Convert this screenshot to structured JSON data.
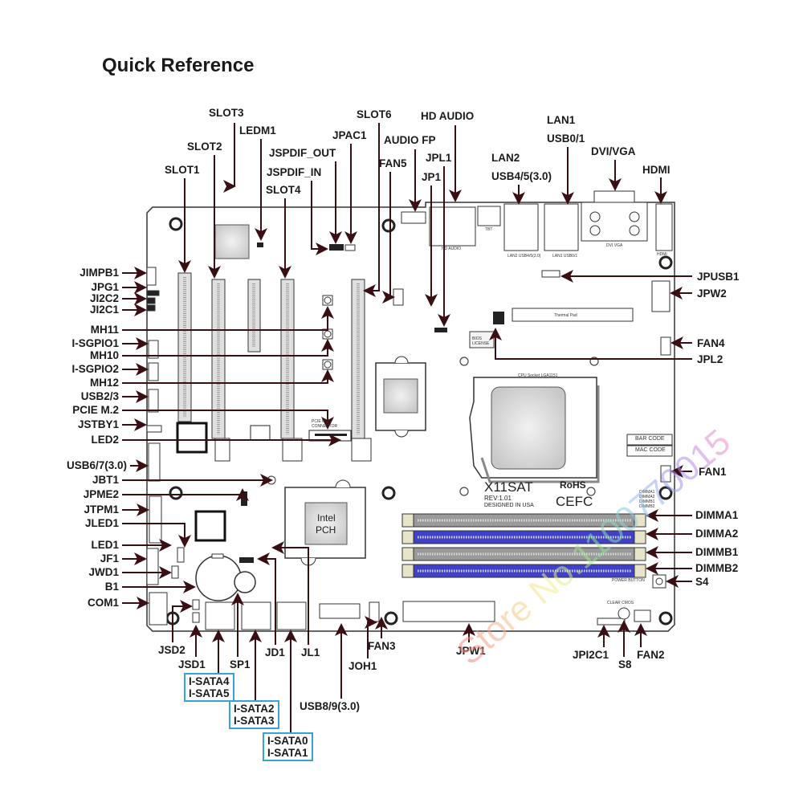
{
  "title": "Quick Reference",
  "board": {
    "model": "X11SAT",
    "revision": "REV:1.01",
    "designed": "DESIGNED IN USA",
    "rohs": "RoHS",
    "cert": "CEFC",
    "pch_line1": "Intel",
    "pch_line2": "PCH",
    "cpu_socket": "CPU Socket LGA1151",
    "thermal_pad": "Thermal Pad",
    "bios_license": "BIOS LICENSE",
    "bar_code": "BAR CODE",
    "mac_code": "MAC CODE",
    "power_button": "POWER BUTTON",
    "clear_cmos": "CLEAR CMOS",
    "pcie_m2_connector": "PCIE M.2 CONNECTOR",
    "hd_audio_small": "HD AUDIO",
    "tbt": "TBT",
    "lan2_small": "LAN2 USB4/5(3.0)",
    "lan1_small": "LAN1 USB0/1",
    "dvi_small": "DVI VGA",
    "hdmi_small": "HDMI",
    "slot_texts": [
      "SLOT1 PCI 33MHZ",
      "CPU SLOT2 PCI-E 3.0 X8",
      "PCH SLOT3 PCI-E 3.0 X1 (IN X4)",
      "CPU SLOT4 PCI-E 3.0 X8 (IN X16)",
      "SLOT6 PCI-E 3.0 X16"
    ],
    "dimm_small": [
      "DIMMA1",
      "DIMMA2",
      "DIMMB1",
      "DIMMB2"
    ]
  },
  "labels": {
    "top": [
      "SLOT1",
      "SLOT2",
      "SLOT3",
      "LEDM1",
      "JSPDIF_OUT",
      "JSPDIF_IN",
      "SLOT4",
      "JPAC1",
      "SLOT6",
      "FAN5",
      "AUDIO FP",
      "JP1",
      "JPL1",
      "HD AUDIO",
      "LAN2",
      "USB4/5(3.0)",
      "LAN1",
      "USB0/1",
      "DVI/VGA",
      "HDMI"
    ],
    "left": [
      "JIMPB1",
      "JPG1",
      "JI2C2",
      "JI2C1",
      "MH11",
      "I-SGPIO1",
      "MH10",
      "I-SGPIO2",
      "MH12",
      "USB2/3",
      "PCIE M.2",
      "JSTBY1",
      "LED2",
      "USB6/7(3.0)",
      "JBT1",
      "JPME2",
      "JTPM1",
      "JLED1",
      "LED1",
      "JF1",
      "JWD1",
      "B1",
      "COM1"
    ],
    "right": [
      "JPUSB1",
      "JPW2",
      "FAN4",
      "JPL2",
      "FAN1",
      "DIMMA1",
      "DIMMA2",
      "DIMMB1",
      "DIMMB2",
      "S4"
    ],
    "bottom": [
      "JSD2",
      "JSD1",
      "SP1",
      "JD1",
      "JL1",
      "FAN3",
      "JOH1",
      "USB8/9(3.0)",
      "JPW1",
      "JPI2C1",
      "S8",
      "FAN2"
    ],
    "sata_boxes": [
      {
        "line1": "I-SATA4",
        "line2": "I-SATA5"
      },
      {
        "line1": "I-SATA2",
        "line2": "I-SATA3"
      },
      {
        "line1": "I-SATA0",
        "line2": "I-SATA1"
      }
    ]
  },
  "watermark": "Store No.1100770015",
  "colors": {
    "line": "#3a0f14",
    "sata_box": "#3aa0d8",
    "dimm_blue": "#3b3fc8",
    "dimm_gray": "#8c8c8c"
  }
}
